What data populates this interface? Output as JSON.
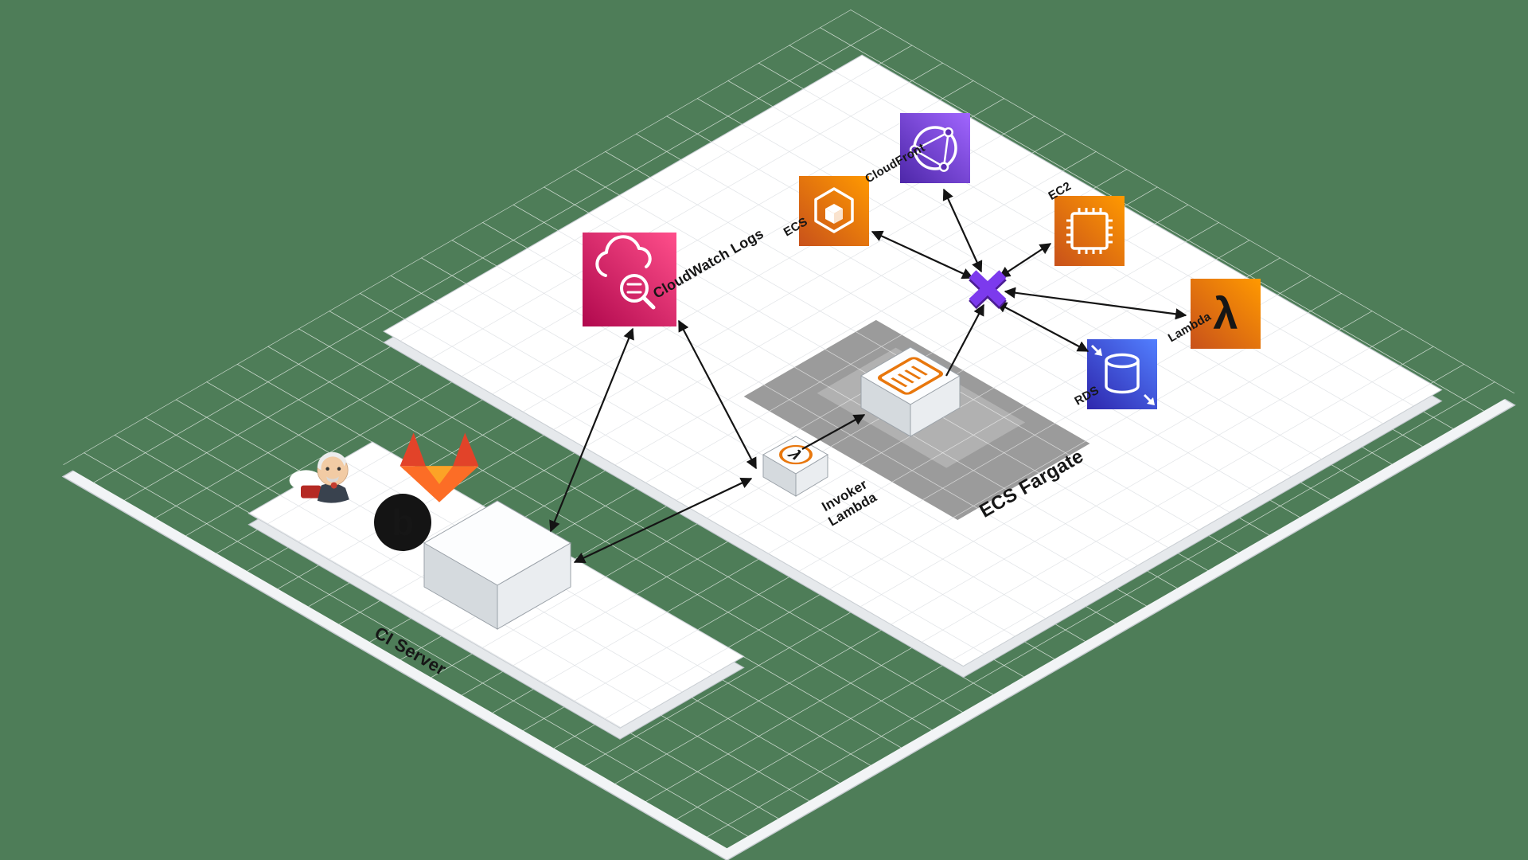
{
  "diagram": {
    "labels": {
      "cloudwatch_logs": "CloudWatch Logs",
      "ecs": "ECS",
      "cloudfront": "CloudFront",
      "ec2": "EC2",
      "lambda": "Lambda",
      "rds": "RDS",
      "invoker_line1": "Invoker",
      "invoker_line2": "Lambda",
      "ecs_fargate": "ECS Fargate",
      "ci_server": "CI Server"
    },
    "glyphs": {
      "lambda": "λ",
      "circle_b": "b"
    },
    "colors": {
      "background": "#4e7d58",
      "grid_line": "#ffffff",
      "platform": "#ffffff",
      "platform_grid": "#dcdfe3",
      "fargate_zone": "#9b9b9b",
      "arrow": "#141414",
      "cloudwatch_gradient_from": "#b0084d",
      "cloudwatch_gradient_to": "#ff4f8b",
      "orange_gradient_from": "#c8511b",
      "orange_gradient_to": "#ff9900",
      "purple_gradient_from": "#4d27a8",
      "purple_gradient_to": "#a166ff",
      "blue_gradient_from": "#2e27ad",
      "blue_gradient_to": "#527fff",
      "junction_purple": "#7c3aed"
    }
  }
}
